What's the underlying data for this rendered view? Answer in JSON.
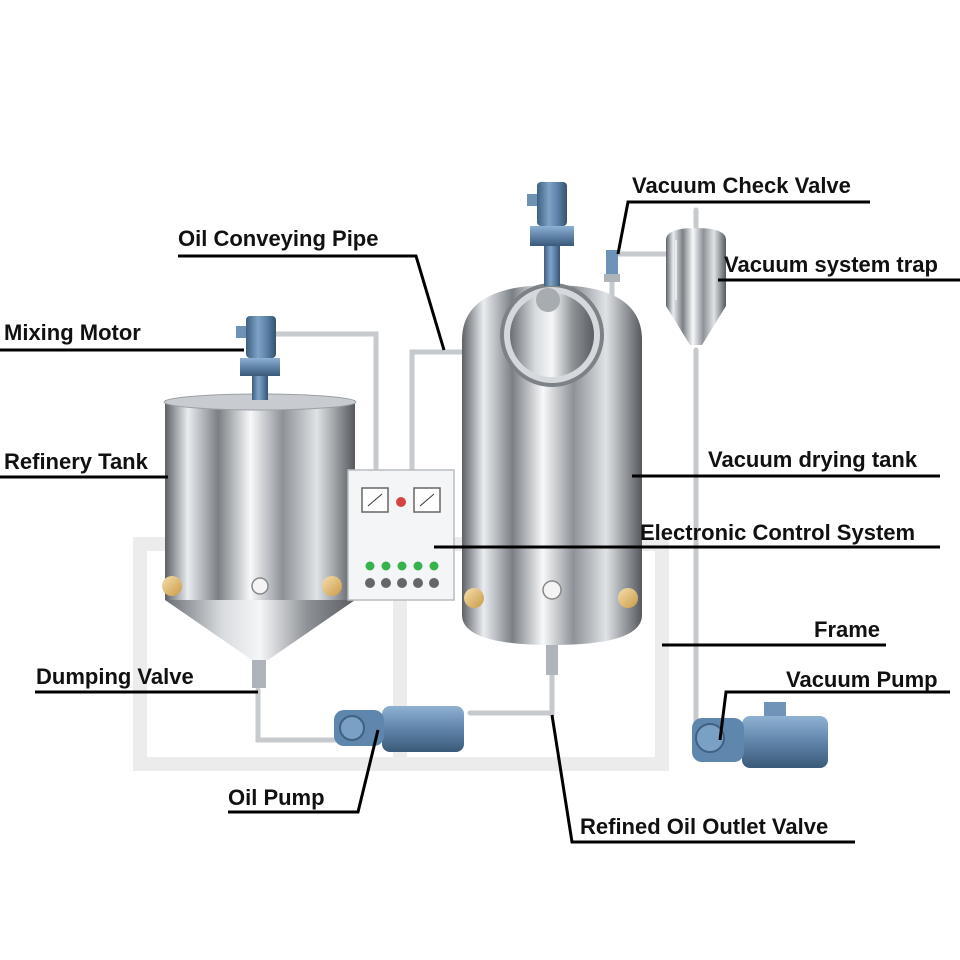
{
  "diagram": {
    "labels": {
      "mixing_motor": "Mixing Motor",
      "refinery_tank": "Refinery Tank",
      "oil_conveying_pipe": "Oil Conveying Pipe",
      "vacuum_check_valve": "Vacuum Check Valve",
      "vacuum_system_trap": "Vacuum system trap",
      "vacuum_drying_tank": "Vacuum drying tank",
      "electronic_control_system": "Electronic Control System",
      "frame": "Frame",
      "dumping_valve": "Dumping Valve",
      "vacuum_pump": "Vacuum Pump",
      "oil_pump": "Oil Pump",
      "refined_oil_outlet_valve": "Refined Oil Outlet Valve"
    }
  }
}
